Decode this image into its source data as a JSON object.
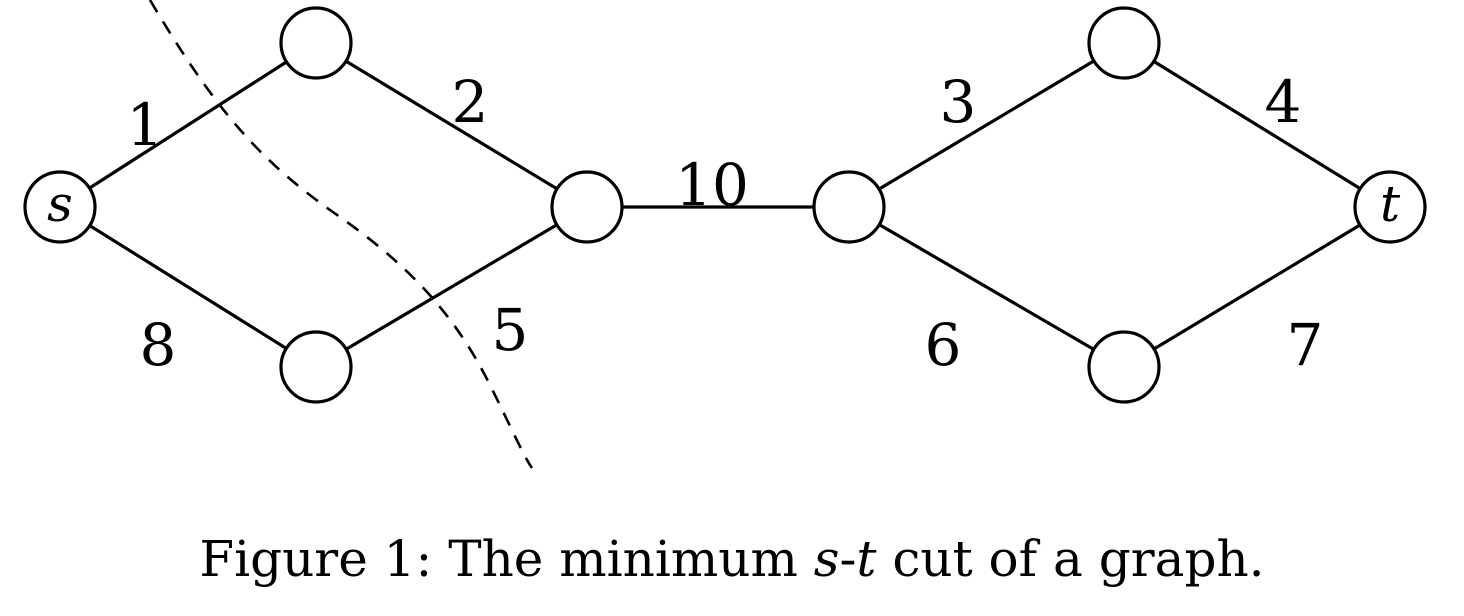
{
  "graph": {
    "nodes": [
      {
        "id": "s",
        "label": "s"
      },
      {
        "id": "a1",
        "label": ""
      },
      {
        "id": "a2",
        "label": ""
      },
      {
        "id": "m1",
        "label": ""
      },
      {
        "id": "m2",
        "label": ""
      },
      {
        "id": "b1",
        "label": ""
      },
      {
        "id": "b2",
        "label": ""
      },
      {
        "id": "t",
        "label": "t"
      }
    ],
    "edges": [
      {
        "from": "s",
        "to": "a1",
        "weight": "1"
      },
      {
        "from": "a1",
        "to": "m1",
        "weight": "2"
      },
      {
        "from": "s",
        "to": "a2",
        "weight": "8"
      },
      {
        "from": "a2",
        "to": "m1",
        "weight": "5"
      },
      {
        "from": "m1",
        "to": "m2",
        "weight": "10"
      },
      {
        "from": "m2",
        "to": "b1",
        "weight": "3"
      },
      {
        "from": "b1",
        "to": "t",
        "weight": "4"
      },
      {
        "from": "m2",
        "to": "b2",
        "weight": "6"
      },
      {
        "from": "b2",
        "to": "t",
        "weight": "7"
      }
    ],
    "cut_style": "dashed"
  },
  "caption": {
    "prefix": "Figure 1: The minimum ",
    "s_var": "s",
    "hyphen": "-",
    "t_var": "t",
    "suffix": " cut of a graph."
  }
}
